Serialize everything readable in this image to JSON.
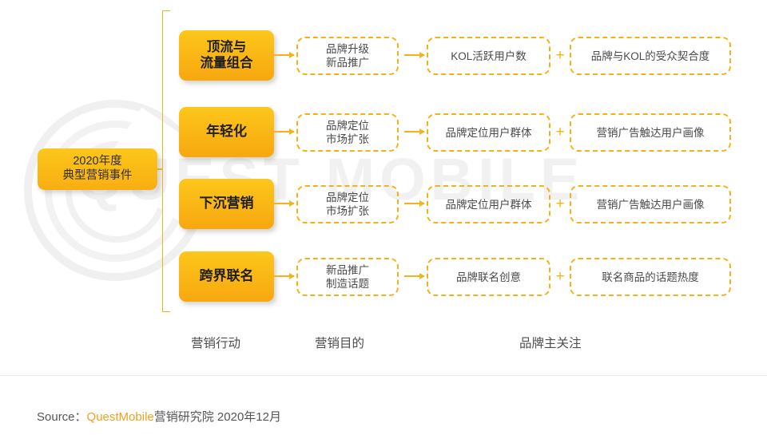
{
  "watermark": {
    "text": "QUEST MOBILE",
    "logo_icon": "quest-mobile-rings-logo"
  },
  "diagram": {
    "root": {
      "label_line1": "2020年度",
      "label_line2": "典型营销事件"
    },
    "rows": [
      {
        "action_line1": "顶流与",
        "action_line2": "流量组合",
        "purpose_line1": "品牌升级",
        "purpose_line2": "新品推广",
        "focus_1": "KOL活跃用户数",
        "plus": "+",
        "focus_2": "品牌与KOL的受众契合度"
      },
      {
        "action_line1": "年轻化",
        "action_line2": "",
        "purpose_line1": "品牌定位",
        "purpose_line2": "市场扩张",
        "focus_1": "品牌定位用户群体",
        "plus": "+",
        "focus_2": "营销广告触达用户画像"
      },
      {
        "action_line1": "下沉营销",
        "action_line2": "",
        "purpose_line1": "品牌定位",
        "purpose_line2": "市场扩张",
        "focus_1": "品牌定位用户群体",
        "plus": "+",
        "focus_2": "营销广告触达用户画像"
      },
      {
        "action_line1": "跨界联名",
        "action_line2": "",
        "purpose_line1": "新品推广",
        "purpose_line2": "制造话题",
        "focus_1": "品牌联名创意",
        "plus": "+",
        "focus_2": "联名商品的话题热度"
      }
    ],
    "captions": {
      "action": "营销行动",
      "purpose": "营销目的",
      "focus": "品牌主关注"
    }
  },
  "footer": {
    "source_prefix": "Source：",
    "source_brand": "QuestMobile",
    "source_suffix": "营销研究院 2020年12月"
  },
  "colors": {
    "accent": "#f3b419",
    "node_fill_top": "#fcc71b",
    "node_fill_bottom": "#f8a70f",
    "dashed_border": "#f5b218",
    "text_dark": "#3b3b3b",
    "watermark_grey": "#f1f1f1",
    "brand_orange": "#f0a020"
  }
}
